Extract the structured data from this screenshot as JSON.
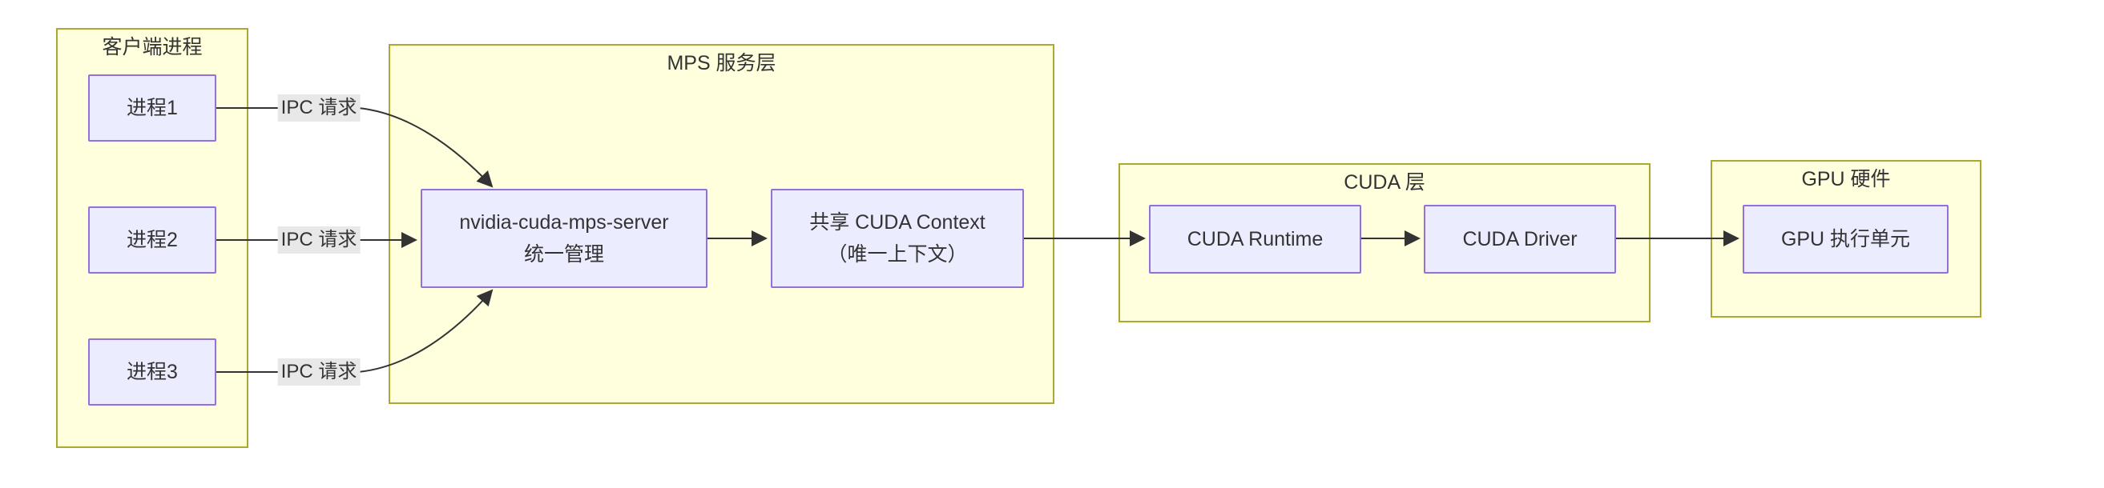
{
  "diagram": {
    "type": "flowchart-left-to-right",
    "colors": {
      "background": "#ffffff",
      "cluster_fill": "#ffffde",
      "cluster_border": "#aaaa33",
      "node_fill": "#ECECFF",
      "node_border": "#9370DB",
      "edge_color": "#333333",
      "edge_label_bg": "#e8e8e8",
      "text_color": "#333333"
    },
    "clusters": [
      {
        "id": "client",
        "title": "客户端进程"
      },
      {
        "id": "mps",
        "title": "MPS 服务层"
      },
      {
        "id": "cuda",
        "title": "CUDA 层"
      },
      {
        "id": "gpu",
        "title": "GPU 硬件"
      }
    ],
    "nodes": {
      "p1": {
        "label": "进程1"
      },
      "p2": {
        "label": "进程2"
      },
      "p3": {
        "label": "进程3"
      },
      "server": {
        "line1": "nvidia-cuda-mps-server",
        "line2": "统一管理"
      },
      "context": {
        "line1": "共享 CUDA Context",
        "line2": "（唯一上下文）"
      },
      "runtime": {
        "label": "CUDA Runtime"
      },
      "driver": {
        "label": "CUDA Driver"
      },
      "gpuexec": {
        "label": "GPU 执行单元"
      }
    },
    "edges": [
      {
        "from": "进程1",
        "to": "nvidia-cuda-mps-server",
        "label": "IPC 请求"
      },
      {
        "from": "进程2",
        "to": "nvidia-cuda-mps-server",
        "label": "IPC 请求"
      },
      {
        "from": "进程3",
        "to": "nvidia-cuda-mps-server",
        "label": "IPC 请求"
      },
      {
        "from": "nvidia-cuda-mps-server",
        "to": "共享 CUDA Context",
        "label": ""
      },
      {
        "from": "共享 CUDA Context",
        "to": "CUDA Runtime",
        "label": ""
      },
      {
        "from": "CUDA Runtime",
        "to": "CUDA Driver",
        "label": ""
      },
      {
        "from": "CUDA Driver",
        "to": "GPU 执行单元",
        "label": ""
      }
    ]
  }
}
